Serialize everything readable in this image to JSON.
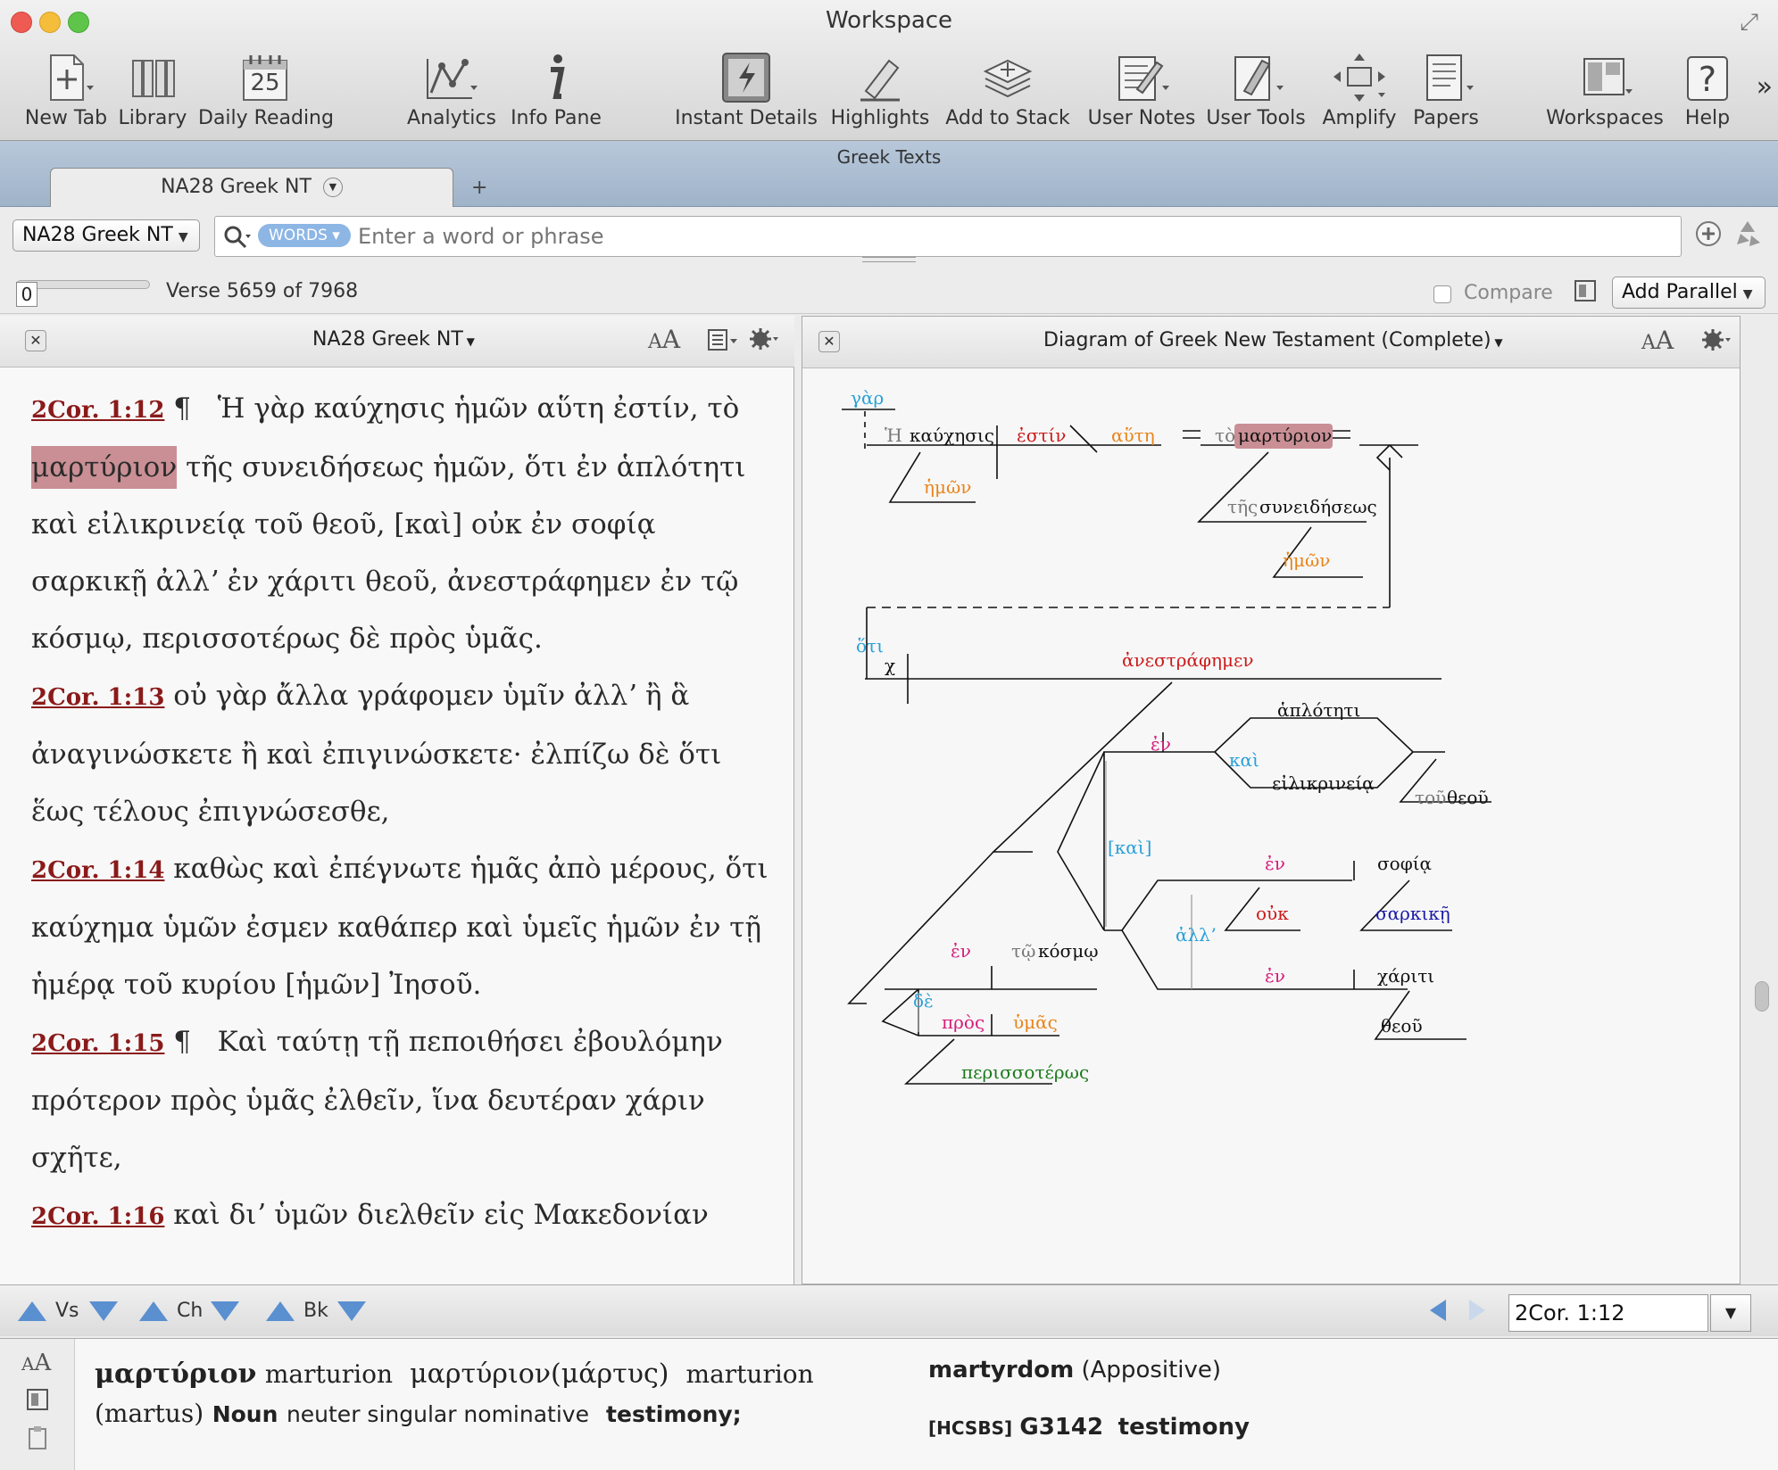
{
  "window": {
    "title": "Workspace"
  },
  "toolbar": {
    "new_tab": "New Tab",
    "library": "Library",
    "daily_reading": "Daily Reading",
    "daily_reading_date": "25",
    "analytics": "Analytics",
    "info_pane": "Info Pane",
    "instant_details": "Instant Details",
    "highlights": "Highlights",
    "add_to_stack": "Add to Stack",
    "user_notes": "User Notes",
    "user_tools": "User Tools",
    "amplify": "Amplify",
    "papers": "Papers",
    "workspaces": "Workspaces",
    "help": "Help"
  },
  "tab_group": {
    "title": "Greek Texts",
    "tabs": [
      {
        "label": "NA28 Greek NT"
      }
    ],
    "add_label": "+"
  },
  "search": {
    "module": "NA28 Greek NT",
    "mode": "WORDS",
    "placeholder": "Enter a word or phrase"
  },
  "verse_bar": {
    "slider_value": "0",
    "verse_info": "Verse 5659 of 7968",
    "compare_label": "Compare",
    "add_parallel": "Add Parallel"
  },
  "left_panel": {
    "title": "NA28 Greek NT",
    "verses": [
      {
        "ref": "2Cor. 1:12",
        "para": "¶",
        "before": "Ἡ γὰρ καύχησις ἡμῶν αὕτη ἐστίν, τὸ",
        "highlight": "μαρτύριον",
        "after": "τῆς συνειδήσεως ἡμῶν, ὅτι ἐν ἁπλότητι καὶ εἰλικρινείᾳ τοῦ θεοῦ, [καὶ] οὐκ ἐν σοφίᾳ σαρκικῇ ἀλλʼ ἐν χάριτι θεοῦ, ἀνεστράφημεν ἐν τῷ κόσμῳ, περισσοτέρως δὲ πρὸς ὑμᾶς."
      },
      {
        "ref": "2Cor. 1:13",
        "text": "οὐ γὰρ ἄλλα γράφομεν ὑμῖν ἀλλʼ ἢ ἃ ἀναγινώσκετε ἢ καὶ ἐπιγινώσκετε· ἐλπίζω δὲ ὅτι ἕως τέλους ἐπιγνώσεσθε,"
      },
      {
        "ref": "2Cor. 1:14",
        "text": "καθὼς καὶ ἐπέγνωτε ἡμᾶς ἀπὸ μέρους, ὅτι καύχημα ὑμῶν ἐσμεν καθάπερ καὶ ὑμεῖς ἡμῶν ἐν τῇ ἡμέρᾳ τοῦ κυρίου [ἡμῶν] Ἰησοῦ."
      },
      {
        "ref": "2Cor. 1:15",
        "para": "¶",
        "text": "Καὶ ταύτῃ τῇ πεποιθήσει ἐβουλόμην πρότερον πρὸς ὑμᾶς ἐλθεῖν, ἵνα δευτέραν χάριν σχῆτε,"
      },
      {
        "ref": "2Cor. 1:16",
        "text": "καὶ διʼ ὑμῶν διελθεῖν εἰς Μακεδονίαν"
      }
    ]
  },
  "right_panel": {
    "title": "Diagram of Greek New Testament (Complete)",
    "words": {
      "gar": "γὰρ",
      "he": "Ἡ",
      "kauchesis": "καύχησις",
      "estin": "ἐστίν",
      "aute": "αὕτη",
      "eq": "=",
      "to": "τὸ",
      "marturion": "μαρτύριον",
      "hemon": "ἡμῶν",
      "tes": "τῆς",
      "suneideseos": "συνειδήσεως",
      "hoti": "ὅτι",
      "chi": "χ",
      "anestraphemen": "ἀνεστράφημεν",
      "en": "ἐν",
      "kai": "καὶ",
      "haploteti": "ἁπλότητι",
      "eilikrineia": "εἰλικρινείᾳ",
      "tou": "τοῦ",
      "theou": "θεοῦ",
      "kai_br": "[καὶ]",
      "sophia": "σοφίᾳ",
      "ouk": "οὐκ",
      "sarkike": "σαρκικῇ",
      "all": "ἀλλʼ",
      "chariti": "χάριτι",
      "tw": "τῷ",
      "kosmw": "κόσμῳ",
      "de": "δὲ",
      "pros": "πρὸς",
      "humas": "ὑμᾶς",
      "perissoteros": "περισσοτέρως"
    }
  },
  "nav": {
    "vs": "Vs",
    "ch": "Ch",
    "bk": "Bk",
    "reference": "2Cor. 1:12"
  },
  "info": {
    "lemma": "μαρτύριον",
    "translit": "marturion",
    "lemma2": "μαρτύριον",
    "root": "(μάρτυς)",
    "translit2": "marturion",
    "root_translit": "(martus)",
    "pos": "Noun",
    "parsing": "neuter singular nominative",
    "gloss": "testimony;",
    "meaning": "martyrdom",
    "role": "(Appositive)",
    "source": "[HCSBS]",
    "strongs": "G3142",
    "strongs_gloss": "testimony"
  },
  "colors": {
    "accent": "#5a8fd0",
    "ref": "#8a1a1a",
    "highlight": "#c98f95",
    "blue_word": "#2aa0d8",
    "orange_word": "#e8841a",
    "red_word": "#cc1a1a",
    "magenta_word": "#d81a7a",
    "green_word": "#1a7a1a",
    "darkblue_word": "#1a1aa8"
  }
}
